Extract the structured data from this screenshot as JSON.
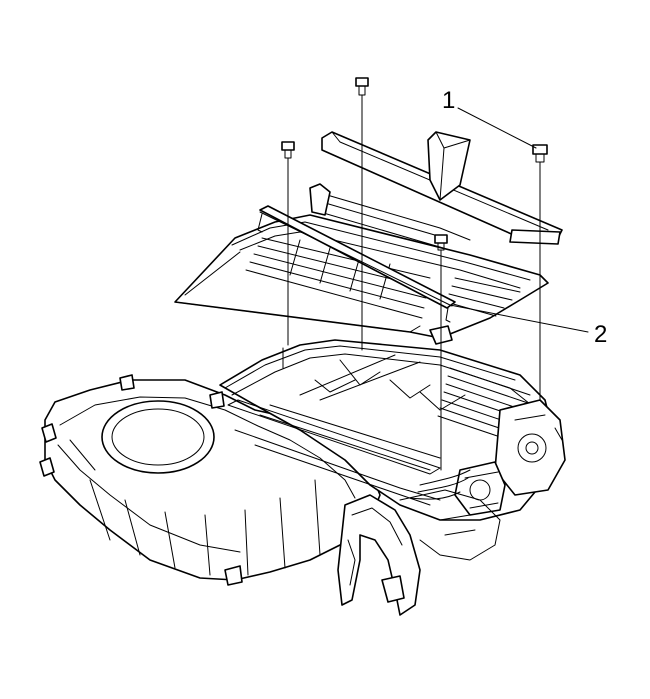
{
  "callouts": [
    {
      "id": "1",
      "label": "1"
    },
    {
      "id": "2",
      "label": "2"
    }
  ],
  "icons": {
    "screw": "screw-icon",
    "seal": "gasket-seal-icon"
  }
}
